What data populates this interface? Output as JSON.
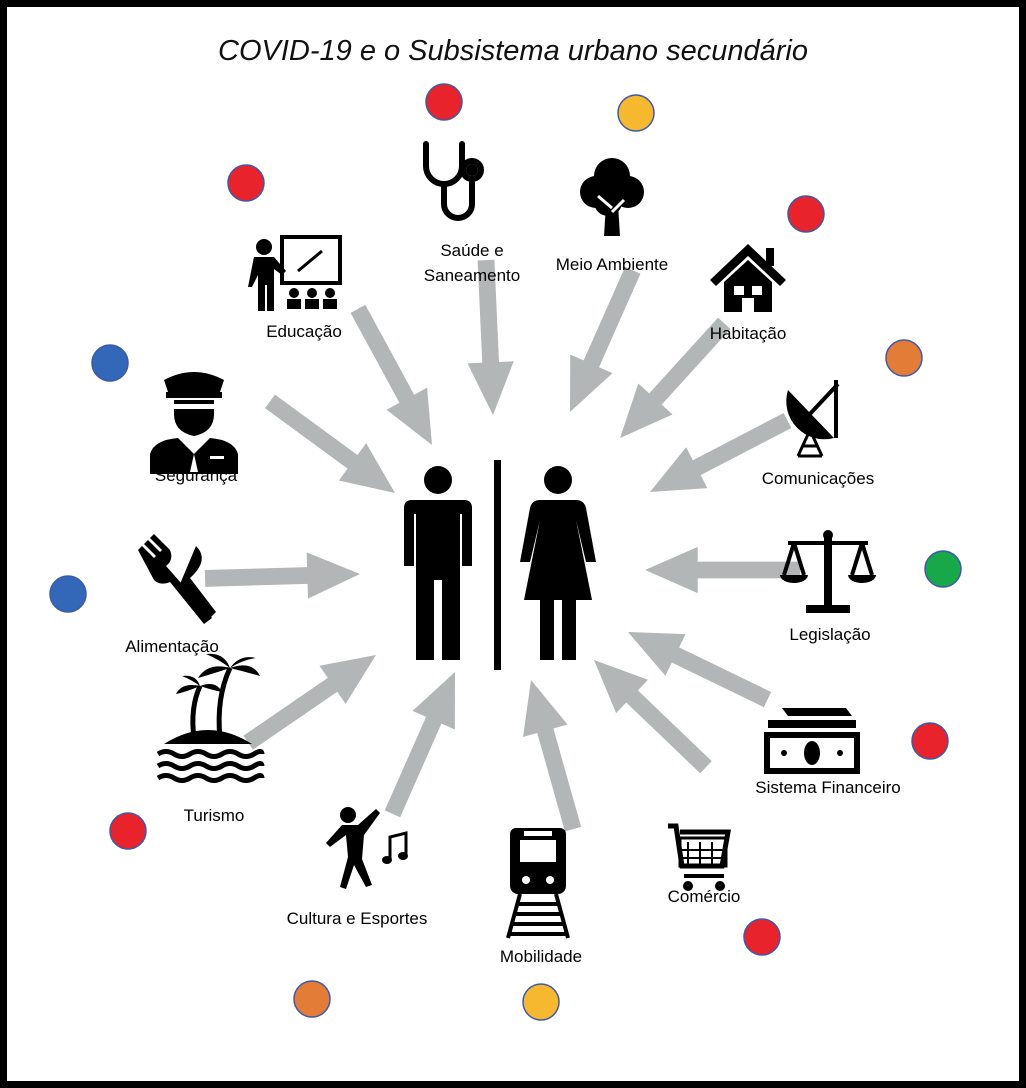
{
  "title": "COVID-19 e o Subsistema urbano secundário",
  "colors": {
    "red": "#e8232b",
    "yellow": "#f6b82e",
    "orange": "#e37c37",
    "blue": "#3367b8",
    "green": "#18a84a",
    "arrow": "#b3b6b6",
    "dot_outline": "#3d5aa8"
  },
  "center_icon": "people-icon",
  "sectors": [
    {
      "id": "educacao",
      "label": [
        "Educação"
      ],
      "icon": "teacher-icon",
      "status": "red"
    },
    {
      "id": "saude",
      "label": [
        "Saúde e",
        "Saneamento"
      ],
      "icon": "stethoscope-icon",
      "status": "red"
    },
    {
      "id": "meio-ambiente",
      "label": [
        "Meio Ambiente"
      ],
      "icon": "tree-icon",
      "status": "yellow"
    },
    {
      "id": "habitacao",
      "label": [
        "Habitação"
      ],
      "icon": "house-icon",
      "status": "red"
    },
    {
      "id": "comunicacoes",
      "label": [
        "Comunicações"
      ],
      "icon": "satellite-dish-icon",
      "status": "orange"
    },
    {
      "id": "legislacao",
      "label": [
        "Legislação"
      ],
      "icon": "scales-icon",
      "status": "green"
    },
    {
      "id": "sistema-financeiro",
      "label": [
        "Sistema Financeiro"
      ],
      "icon": "money-icon",
      "status": "red"
    },
    {
      "id": "comercio",
      "label": [
        "Comércio"
      ],
      "icon": "shopping-cart-icon",
      "status": "red"
    },
    {
      "id": "mobilidade",
      "label": [
        "Mobilidade"
      ],
      "icon": "train-icon",
      "status": "yellow"
    },
    {
      "id": "cultura-esportes",
      "label": [
        "Cultura e Esportes"
      ],
      "icon": "dancer-icon",
      "status": "orange"
    },
    {
      "id": "turismo",
      "label": [
        "Turismo"
      ],
      "icon": "palm-island-icon",
      "status": "red"
    },
    {
      "id": "alimentacao",
      "label": [
        "Alimentação"
      ],
      "icon": "fork-knife-icon",
      "status": "blue"
    },
    {
      "id": "seguranca",
      "label": [
        "Segurança"
      ],
      "icon": "police-officer-icon",
      "status": "blue"
    }
  ]
}
